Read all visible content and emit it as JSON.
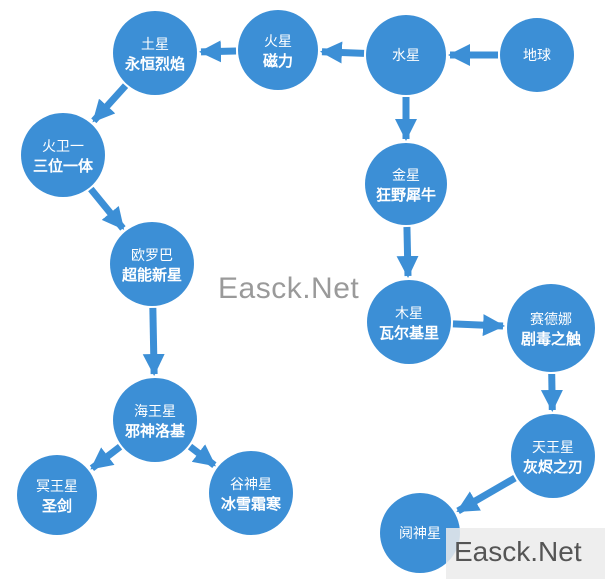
{
  "nodes": [
    {
      "id": "earth",
      "name": "地球",
      "title": ""
    },
    {
      "id": "mercury",
      "name": "水星",
      "title": ""
    },
    {
      "id": "mars",
      "name": "火星",
      "title": "磁力"
    },
    {
      "id": "saturn",
      "name": "土星",
      "title": "永恒烈焰"
    },
    {
      "id": "phobos",
      "name": "火卫一",
      "title": "三位一体"
    },
    {
      "id": "europa",
      "name": "欧罗巴",
      "title": "超能新星"
    },
    {
      "id": "neptune",
      "name": "海王星",
      "title": "邪神洛基"
    },
    {
      "id": "pluto",
      "name": "冥王星",
      "title": "圣剑"
    },
    {
      "id": "ceres",
      "name": "谷神星",
      "title": "冰雪霜寒"
    },
    {
      "id": "venus",
      "name": "金星",
      "title": "狂野犀牛"
    },
    {
      "id": "jupiter",
      "name": "木星",
      "title": "瓦尔基里"
    },
    {
      "id": "sedna",
      "name": "赛德娜",
      "title": "剧毒之触"
    },
    {
      "id": "uranus",
      "name": "天王星",
      "title": "灰烬之刃"
    },
    {
      "id": "yan",
      "name": "阋神星",
      "title": ""
    }
  ],
  "edges": [
    [
      "earth",
      "mercury"
    ],
    [
      "mercury",
      "mars"
    ],
    [
      "mars",
      "saturn"
    ],
    [
      "saturn",
      "phobos"
    ],
    [
      "phobos",
      "europa"
    ],
    [
      "europa",
      "neptune"
    ],
    [
      "neptune",
      "pluto"
    ],
    [
      "neptune",
      "ceres"
    ],
    [
      "mercury",
      "venus"
    ],
    [
      "venus",
      "jupiter"
    ],
    [
      "jupiter",
      "sedna"
    ],
    [
      "sedna",
      "uranus"
    ],
    [
      "uranus",
      "yan"
    ]
  ],
  "watermarks": {
    "center": "Easck.Net",
    "corner": "Easck.Net"
  }
}
